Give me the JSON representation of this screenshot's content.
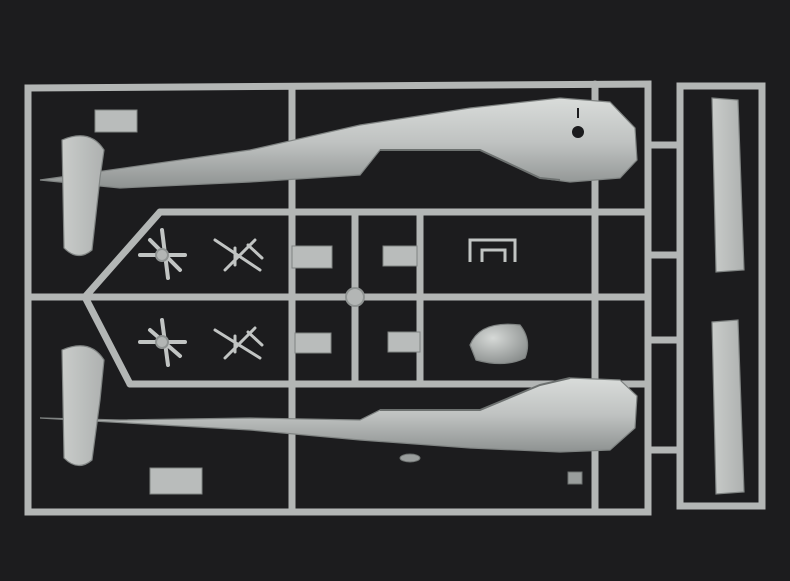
{
  "scene": {
    "subject": "model-kit-sprue",
    "background_color": "#1c1c1e",
    "plastic_color": "#b9bcbb",
    "plastic_highlight": "#d8dbd9",
    "plastic_shadow": "#8f9392",
    "parts": [
      "fuselage-half-left",
      "fuselage-half-right",
      "tailplane-upper",
      "tailplane-lower",
      "propeller-hub-1",
      "propeller-hub-2",
      "landing-gear-1",
      "landing-gear-2",
      "small-block-1",
      "small-block-2",
      "small-block-3",
      "small-block-4",
      "wing-panel-upper",
      "wing-panel-lower",
      "cowling-dome",
      "tube-bracket"
    ]
  }
}
